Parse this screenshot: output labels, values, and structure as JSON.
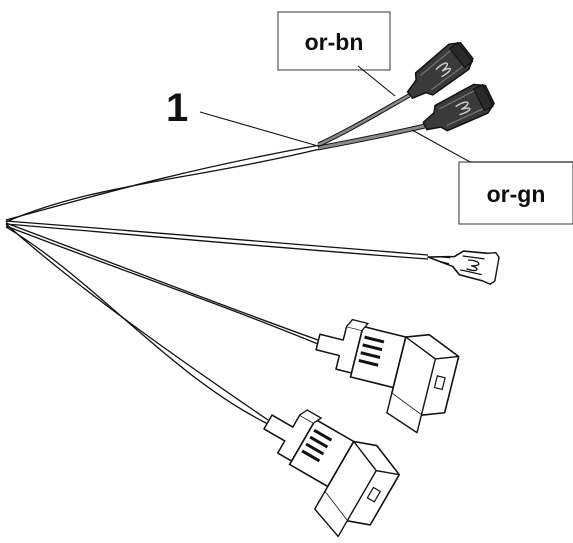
{
  "labels": {
    "callout_number": "1",
    "wire_orange_brown": "or-bn",
    "wire_orange_green": "or-gn"
  },
  "colors": {
    "line": "#111111",
    "wire_gray": "#8a8a8a",
    "background": "#ffffff"
  }
}
